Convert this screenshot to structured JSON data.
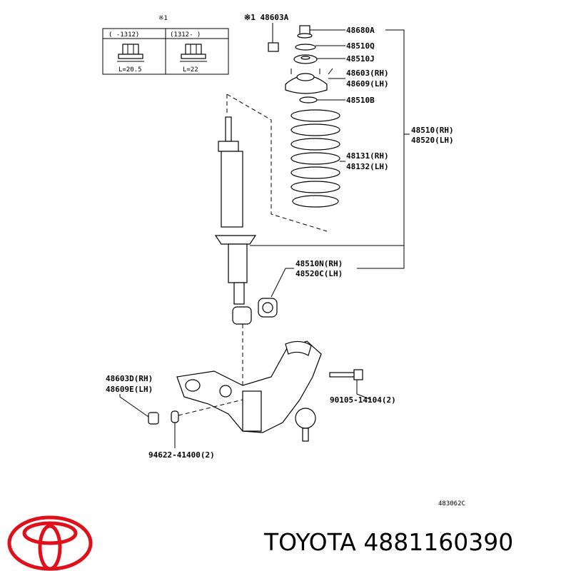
{
  "inset": {
    "mark": "※1",
    "col1_header": "(   -1312)",
    "col2_header": "(1312-    )",
    "col1_value": "L=20.5",
    "col2_value": "L=22"
  },
  "callouts": {
    "c48603A": "※1 48603A",
    "c48680A": "48680A",
    "c48510Q": "48510Q",
    "c48510J": "48510J",
    "c48603RH": "48603(RH)",
    "c48609LH": "48609(LH)",
    "c48510B": "48510B",
    "c48510RH": "48510(RH)",
    "c48520LH": "48520(LH)",
    "c48131RH": "48131(RH)",
    "c48132LH": "48132(LH)",
    "c48510NRH": "48510N(RH)",
    "c48520CLH": "48520C(LH)",
    "c48603DRH": "48603D(RH)",
    "c48609ELH": "48609E(LH)",
    "c90105": "90105-14104(2)",
    "c94622": "94622-41400(2)",
    "code": "483062C"
  },
  "footer": {
    "brand_text": "TOYOTA 4881160390",
    "logo_color": "#e0101b"
  }
}
